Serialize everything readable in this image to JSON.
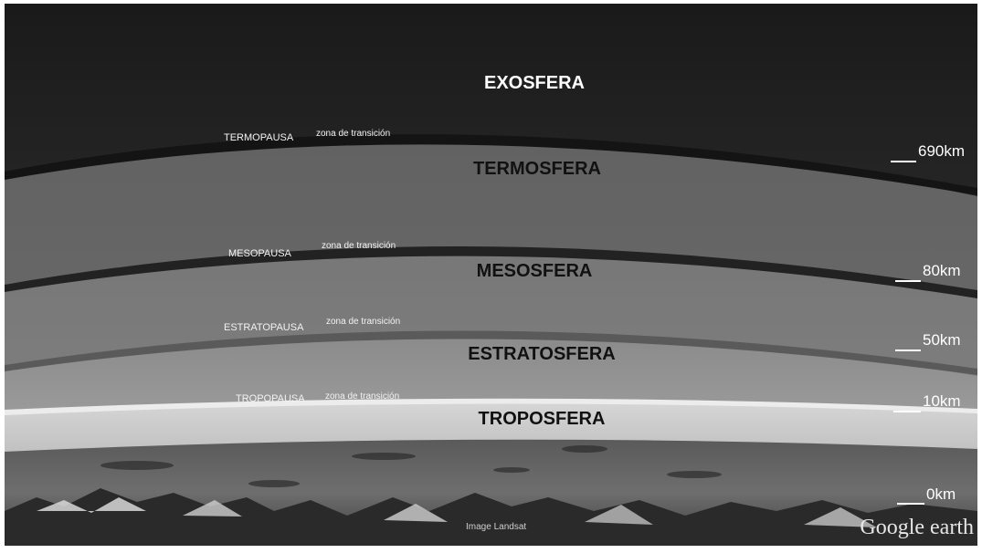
{
  "layers": {
    "exosfera": "EXOSFERA",
    "termosfera": "TERMOSFERA",
    "mesosfera": "MESOSFERA",
    "estratosfera": "ESTRATOSFERA",
    "troposfera": "TROPOSFERA"
  },
  "pauses": {
    "termopausa": "TERMOPAUSA",
    "mesopausa": "MESOPAUSA",
    "estratopausa": "ESTRATOPAUSA",
    "tropopausa": "TROPOPAUSA"
  },
  "transition_label": "zona de transición",
  "altitudes": {
    "a690": "690km",
    "a80": "80km",
    "a50": "50km",
    "a10": "10km",
    "a0": "0km"
  },
  "attribution": {
    "imagery": "Image Landsat",
    "logo": "Google earth"
  }
}
